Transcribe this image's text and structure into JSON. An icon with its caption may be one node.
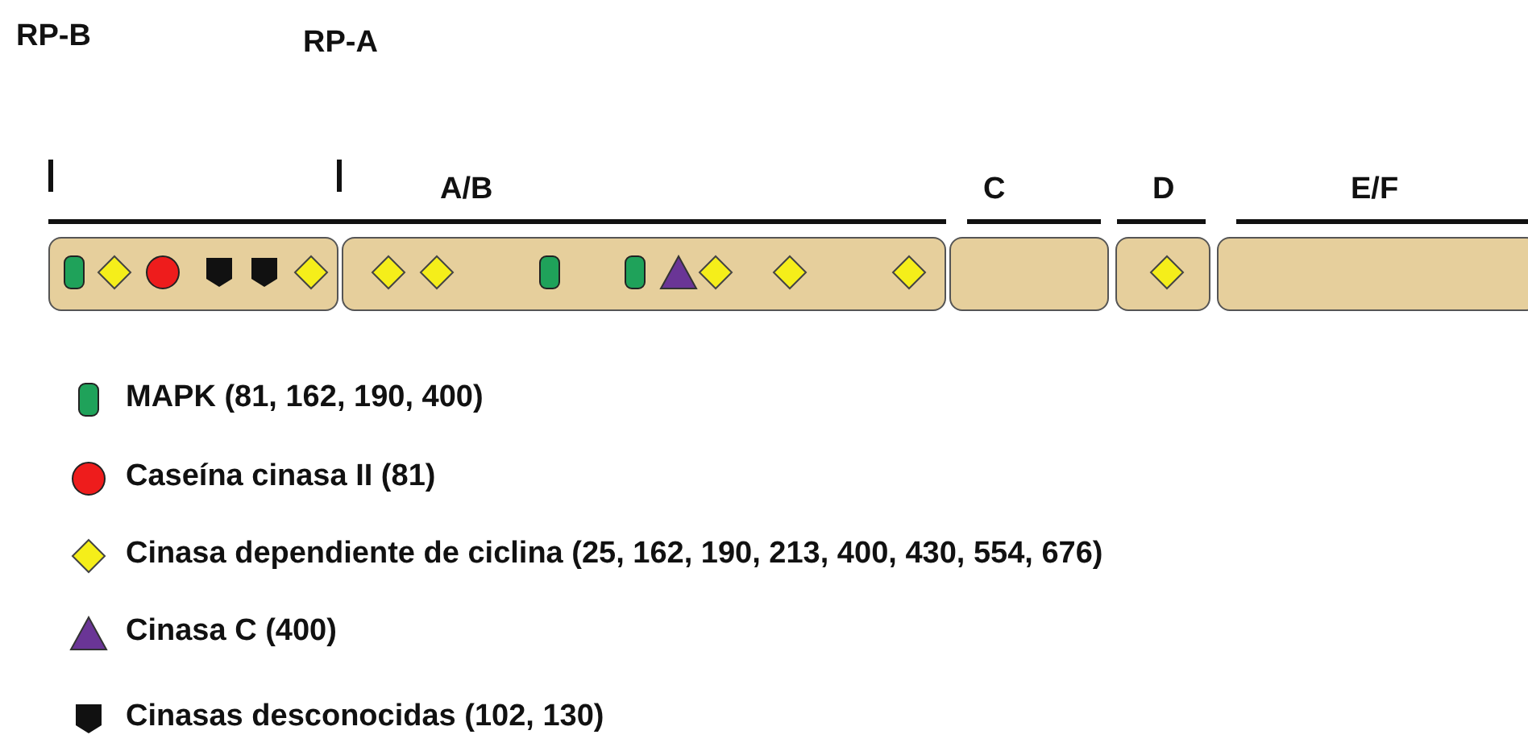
{
  "diagram": {
    "nodes": [
      {
        "text": [],
        "shape": "box"
      },
      {
        "text": [],
        "shape": "box"
      },
      {
        "text": [],
        "shape": "box"
      },
      {
        "text": [],
        "shape": "box"
      },
      {
        "text": [],
        "shape": "box"
      }
    ],
    "labels": [
      "RP-B",
      "RP-A",
      "A/B",
      "C",
      "D",
      "E/F"
    ],
    "legend": [
      {
        "text": "MAPK (81, 162, 190, 400)"
      },
      {
        "text": "Caseína cinasa II (81)"
      },
      {
        "text": "Cinasa dependiente de ciclina (25, 162, 190, 213, 400, 430, 554, 676)"
      },
      {
        "text": "Cinasa C (400)"
      },
      {
        "text": "Cinasas desconocidas (102, 130)"
      }
    ]
  }
}
